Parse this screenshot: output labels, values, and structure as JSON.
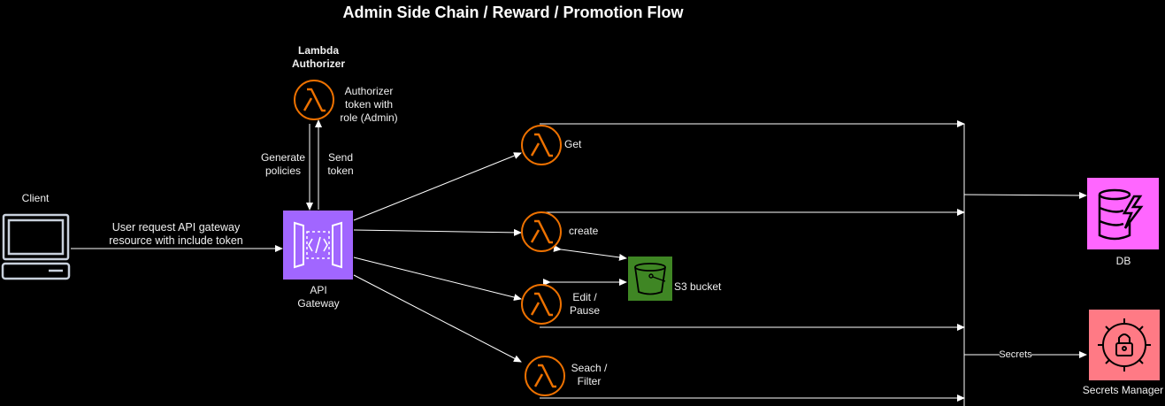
{
  "title": "Admin Side Chain / Reward / Promotion Flow",
  "nodes": {
    "authorizer": {
      "heading": "Lambda\nAuthorizer",
      "label": "Authorizer\ntoken with\nrole (Admin)"
    },
    "client": {
      "label": "Client"
    },
    "gateway": {
      "label": "API\nGateway"
    },
    "get": {
      "label": "Get"
    },
    "create": {
      "label": "create"
    },
    "edit": {
      "label": "Edit /\nPause"
    },
    "search": {
      "label": "Seach /\nFilter"
    },
    "s3": {
      "label": "S3 bucket"
    },
    "db": {
      "label": "DB"
    },
    "secrets": {
      "label": "Secrets Manager"
    }
  },
  "edges": {
    "client_request": "User request API gateway\nresource with include token",
    "generate_policies": "Generate\npolicies",
    "send_token": "Send\ntoken",
    "secrets": "Secrets"
  },
  "colors": {
    "lambda": "#ed7100",
    "gateway": "#a166ff",
    "s3": "#3f8624",
    "db": "#ff66ff",
    "secrets": "#ff7a85",
    "client": "#c8d0dc",
    "line": "#ffffff"
  },
  "icons": [
    "lambda-icon",
    "api-gateway-icon",
    "client-icon",
    "s3-bucket-icon",
    "database-icon",
    "secrets-manager-icon"
  ]
}
